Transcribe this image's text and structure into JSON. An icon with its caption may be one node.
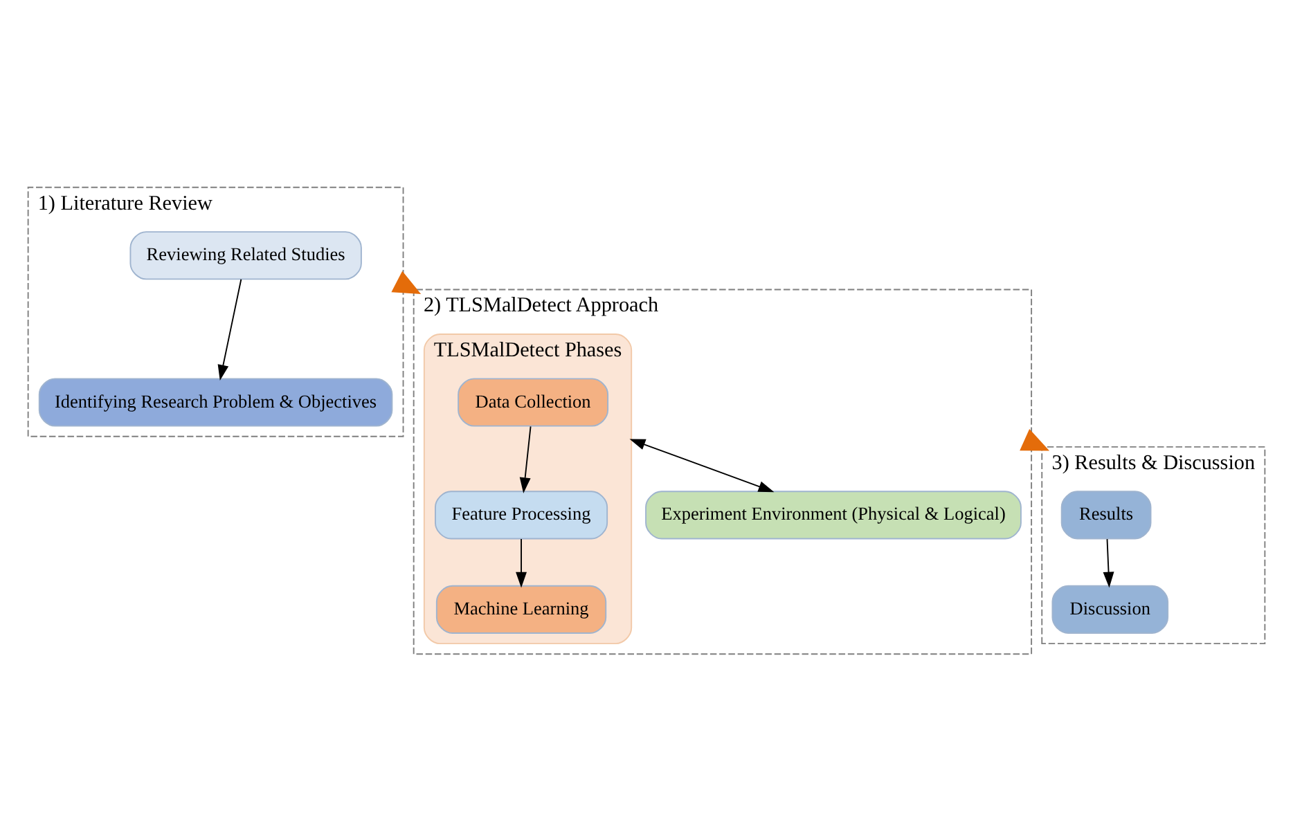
{
  "diagram": {
    "nodes": [
      {
        "text": [
          "1) Literature Review"
        ]
      },
      {
        "text": [
          "Reviewing Related Studies"
        ],
        "in": 0
      },
      {
        "text": [
          "Identifying Research Problem & Objectives"
        ],
        "in": 0
      },
      {
        "text": [
          "2) TLSMalDetect Approach"
        ]
      },
      {
        "text": [
          "TLSMalDetect Phases"
        ],
        "in": 3
      },
      {
        "text": [
          "Data Collection"
        ],
        "in": 4
      },
      {
        "text": [
          "Feature Processing"
        ],
        "in": 4
      },
      {
        "text": [
          "Machine Learning"
        ],
        "in": 4
      },
      {
        "text": [
          "Experiment Environment (Physical & Logical)"
        ],
        "in": 3
      },
      {
        "text": [
          "3) Results & Discussion"
        ]
      },
      {
        "text": [
          "Results"
        ],
        "in": 9
      },
      {
        "text": [
          "Discussion"
        ],
        "in": 9
      }
    ],
    "edges": [
      {
        "from": 1,
        "to": 2,
        "arrow": "to"
      },
      {
        "from": 0,
        "to": 3,
        "arrow": "to",
        "style": "thick",
        "color": "#e46c0a"
      },
      {
        "from": 5,
        "to": 6,
        "arrow": "to"
      },
      {
        "from": 6,
        "to": 7,
        "arrow": "to"
      },
      {
        "from": 4,
        "to": 8,
        "arrow": "both"
      },
      {
        "from": 3,
        "to": 9,
        "arrow": "to",
        "style": "thick",
        "color": "#e46c0a"
      },
      {
        "from": 10,
        "to": 11,
        "arrow": "to"
      }
    ]
  }
}
